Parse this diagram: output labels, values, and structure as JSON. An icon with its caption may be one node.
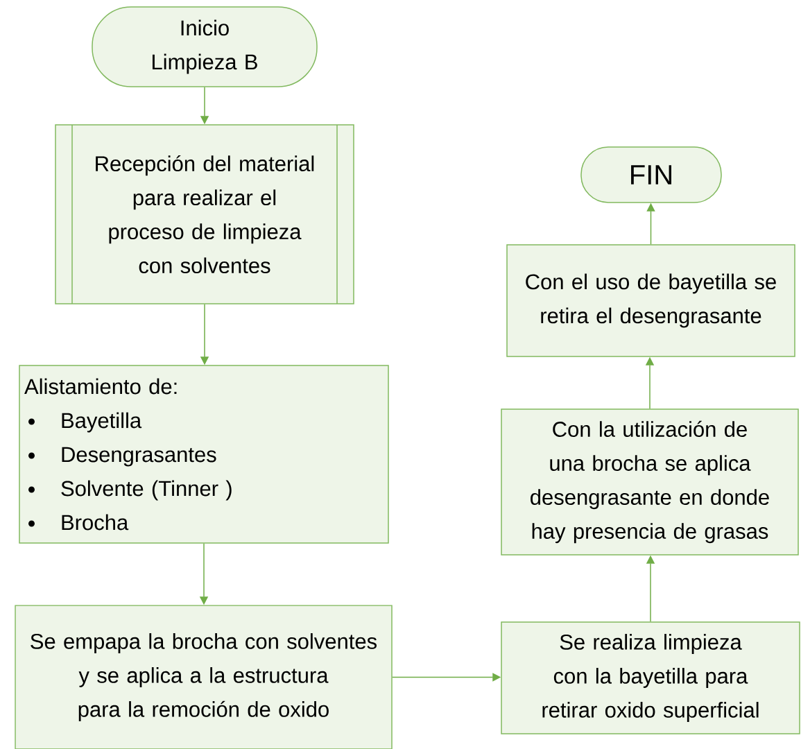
{
  "diagram": {
    "nodes": [
      {
        "text": [
          "Inicio Limpieza B"
        ]
      },
      {
        "text": [
          "Recepción del material para realizar el proceso de limpieza con solventes"
        ]
      },
      {
        "text": [
          "Alistamiento de:",
          "Bayetilla",
          "Desengrasantes",
          "Solvente (Tinner )",
          "Brocha"
        ]
      },
      {
        "text": [
          "Se empapa la brocha con solventes y se aplica a la estructura para la remoción de oxido"
        ]
      },
      {
        "text": [
          "Se realiza limpieza con la bayetilla para retirar oxido superficial"
        ]
      },
      {
        "text": [
          "Con la utilización de una brocha se aplica desengrasante en donde hay presencia de grasas"
        ]
      },
      {
        "text": [
          "Con el uso de bayetilla se retira el desengrasante"
        ]
      },
      {
        "text": [
          "FIN"
        ]
      }
    ],
    "edges": [
      {
        "from": 0,
        "to": 1,
        "arrow": "to"
      },
      {
        "from": 1,
        "to": 2,
        "arrow": "to"
      },
      {
        "from": 2,
        "to": 3,
        "arrow": "to"
      },
      {
        "from": 3,
        "to": 4,
        "arrow": "to"
      },
      {
        "from": 4,
        "to": 5,
        "arrow": "to"
      },
      {
        "from": 5,
        "to": 6,
        "arrow": "to"
      },
      {
        "from": 6,
        "to": 7,
        "arrow": "to"
      }
    ]
  }
}
